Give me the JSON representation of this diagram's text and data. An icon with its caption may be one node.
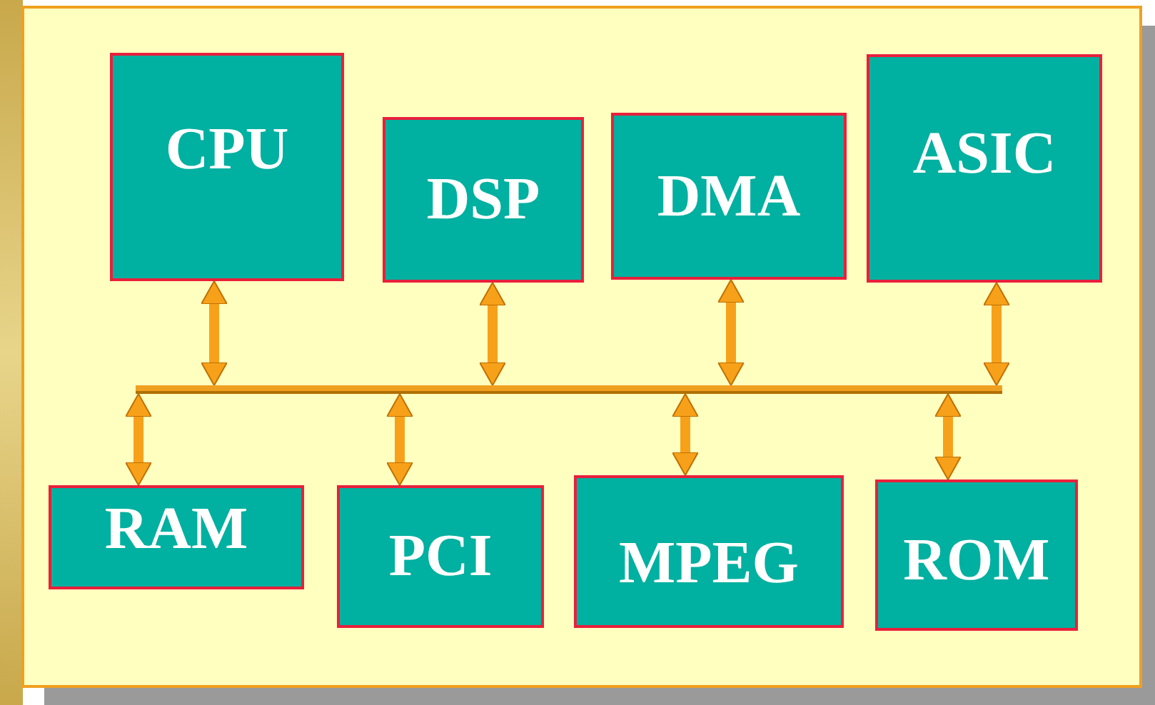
{
  "diagram": {
    "nodes": [
      {
        "text": [
          "CPU"
        ]
      },
      {
        "text": [
          "DSP"
        ]
      },
      {
        "text": [
          "DMA"
        ]
      },
      {
        "text": [
          "ASIC"
        ]
      },
      {
        "text": [],
        "shape": "bar"
      },
      {
        "text": [
          "RAM"
        ]
      },
      {
        "text": [
          "PCI"
        ]
      },
      {
        "text": [
          "MPEG"
        ]
      },
      {
        "text": [
          "ROM"
        ]
      }
    ],
    "edges": [
      {
        "from": 0,
        "to": 4,
        "arrow": "both"
      },
      {
        "from": 1,
        "to": 4,
        "arrow": "both"
      },
      {
        "from": 2,
        "to": 4,
        "arrow": "both"
      },
      {
        "from": 3,
        "to": 4,
        "arrow": "both"
      },
      {
        "from": 5,
        "to": 4,
        "arrow": "both"
      },
      {
        "from": 6,
        "to": 4,
        "arrow": "both"
      },
      {
        "from": 7,
        "to": 4,
        "arrow": "both"
      },
      {
        "from": 8,
        "to": 4,
        "arrow": "both"
      }
    ]
  }
}
